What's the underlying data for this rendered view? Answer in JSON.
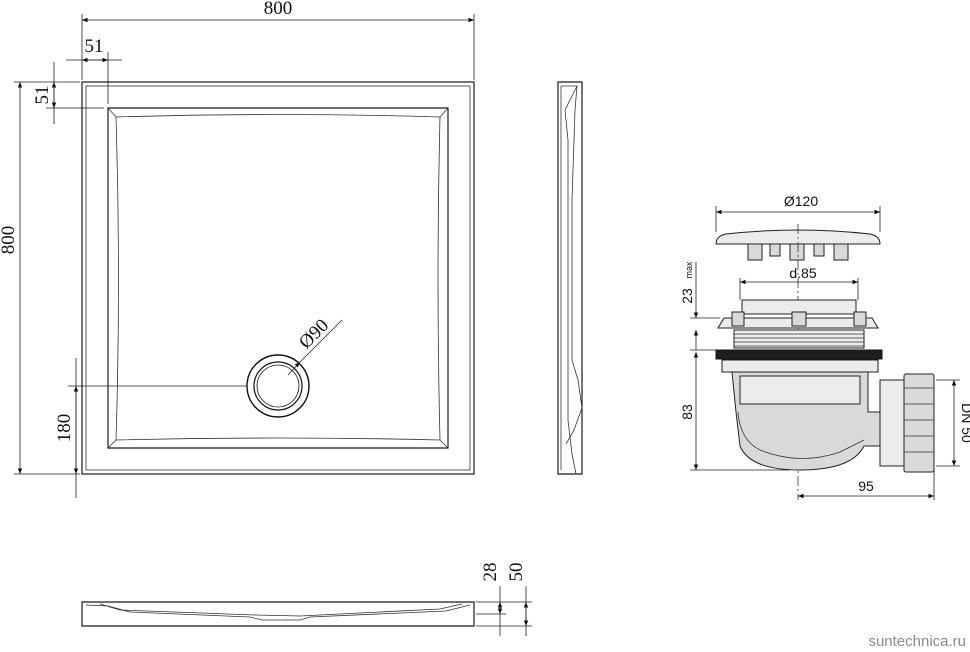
{
  "tray_top_view": {
    "dim_width": "800",
    "dim_height": "800",
    "dim_rim_x": "51",
    "dim_rim_y": "51",
    "dim_drain_offset": "180",
    "dim_drain_diameter": "Ø90"
  },
  "tray_front_view": {
    "dim_total_height": "50",
    "dim_base_height": "28"
  },
  "siphon_view": {
    "dim_cover_diameter": "Ø120",
    "dim_body_diameter": "d.85",
    "dim_adjust_height": "23",
    "dim_adjust_suffix": "max",
    "dim_body_height": "83",
    "dim_outlet_offset": "95",
    "dim_outlet_size": "DN 50"
  },
  "watermark": "suntechnica.ru"
}
